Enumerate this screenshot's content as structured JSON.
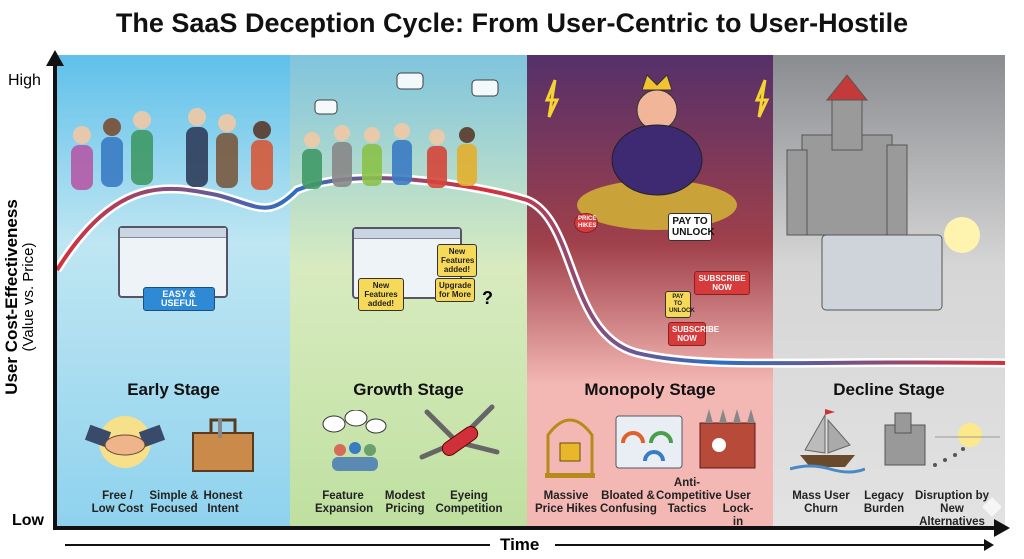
{
  "title": "The SaaS Deception Cycle: From User-Centric to User-Hostile",
  "y_axis": {
    "label": "User Cost-Effectiveness",
    "sublabel": "(Value vs. Price)",
    "high": "High",
    "low": "Low"
  },
  "x_axis": {
    "label": "Time"
  },
  "colors": {
    "early": "#8fd2ee",
    "growth": "#bfe0a0",
    "monopoly": "#f4b8b4",
    "decline": "#e2e2e2",
    "curve_red": "#d6303a",
    "curve_blue": "#2c6fc4"
  },
  "stages": [
    {
      "name": "Early Stage",
      "captions": [
        "Free /\nLow Cost",
        "Simple &\nFocused",
        "Honest\nIntent"
      ],
      "scene_labels": [
        "EASY & USEFUL"
      ]
    },
    {
      "name": "Growth Stage",
      "captions": [
        "Feature\nExpansion",
        "Modest\nPricing",
        "Eyeing\nCompetition"
      ],
      "scene_labels": [
        "New Features added!",
        "New Features added!",
        "Upgrade for More",
        "?"
      ]
    },
    {
      "name": "Monopoly Stage",
      "captions": [
        "Massive\nPrice Hikes",
        "Bloated &\nConfusing",
        "Anti-\nCompetitive\nTactics",
        "User\nLock-in"
      ],
      "scene_labels": [
        "PAY TO UNLOCK",
        "SUBSCRIBE NOW",
        "PAY TO UNLOCK",
        "SUBSCRIBE NOW",
        "PRICE HIKES"
      ]
    },
    {
      "name": "Decline Stage",
      "captions": [
        "Mass User\nChurn",
        "Legacy\nBurden",
        "Disruption by\nNew Alternatives"
      ]
    }
  ]
}
